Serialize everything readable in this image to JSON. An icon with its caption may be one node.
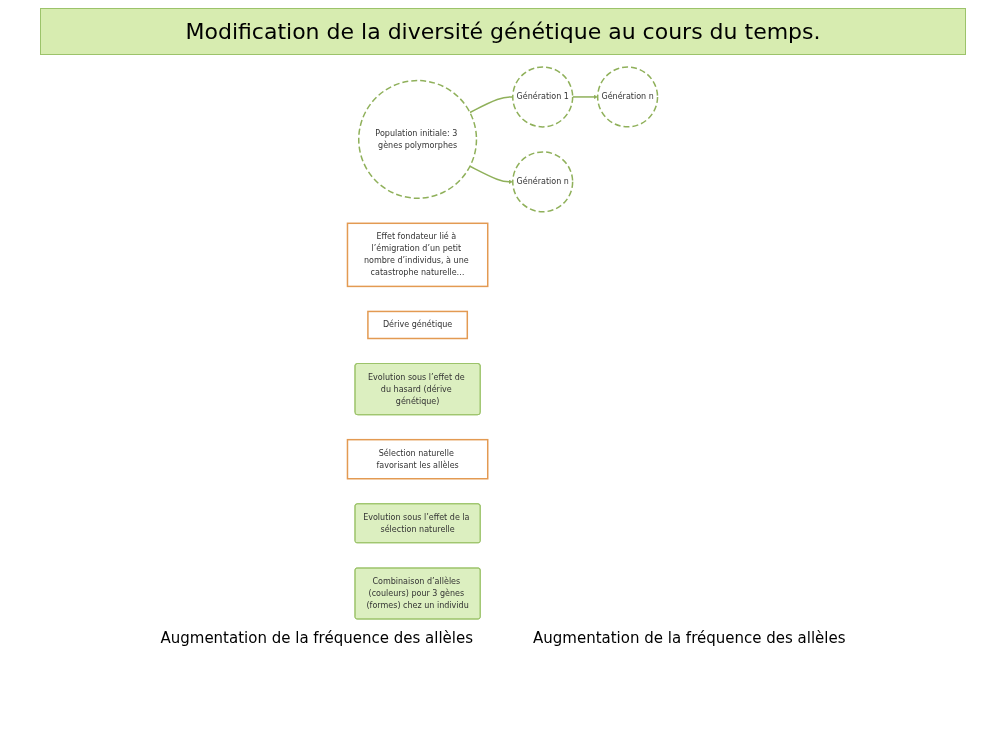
{
  "diagram": {
    "title": "Modification de la diversité génétique au cours du temps.",
    "nodes": [
      {
        "text": [
          "Population initiale: 3 gènes polymorphes"
        ]
      },
      {
        "text": [
          "Effet fondateur lié à l’émigration d’un petit nombre d’individus, à une catastrophe naturelle…"
        ]
      },
      {
        "text": [
          "Génération 1"
        ]
      },
      {
        "text": [
          "Dérive génétique"
        ]
      },
      {
        "text": [
          "Génération n"
        ]
      },
      {
        "text": [
          "Evolution sous l’effet de du hasard (dérive génétique)"
        ]
      },
      {
        "text": [
          "Sélection naturelle favorisant les allèles"
        ]
      },
      {
        "text": [
          "Génération n"
        ]
      },
      {
        "text": [
          "Evolution sous l’effet de la sélection naturelle"
        ]
      },
      {
        "text": [
          "Combinaison d’allèles (couleurs) pour 3 gènes (formes) chez un individu"
        ]
      }
    ],
    "edges": [
      {
        "from": 0,
        "to": 2,
        "arrow": "none"
      },
      {
        "from": 2,
        "to": 4,
        "arrow": "to"
      },
      {
        "from": 0,
        "to": 7,
        "arrow": "to"
      }
    ],
    "labels": [
      "Augmentation de la fréquence des allèles",
      "Augmentation de la fréquence des allèles"
    ]
  }
}
